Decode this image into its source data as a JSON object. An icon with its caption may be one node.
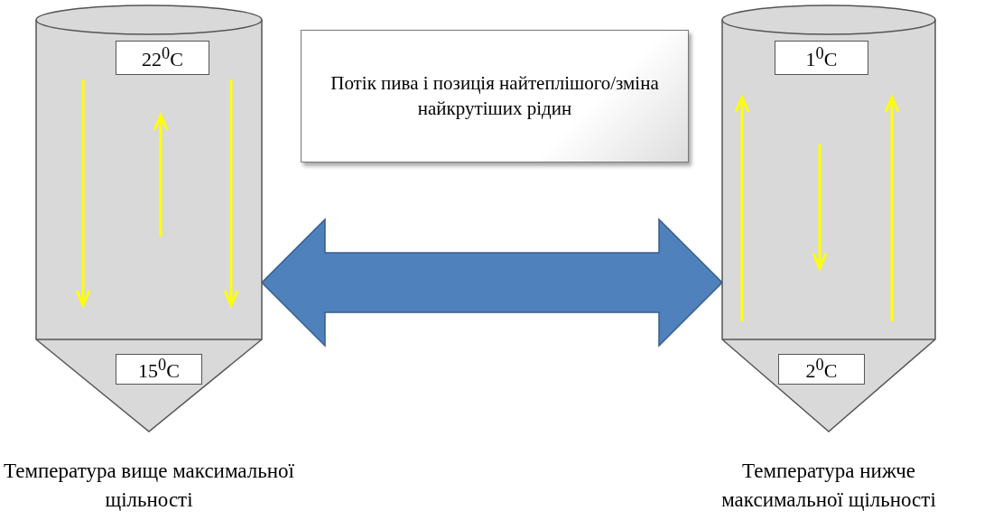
{
  "diagram": {
    "nodes": [
      {
        "text": [],
        "shape": "cylinder",
        "beside": [
          "Температура вище максимальної щільності"
        ]
      },
      {
        "text": [
          "22$^{0}$C"
        ],
        "in": 0
      },
      {
        "text": [
          "15$^{0}$C"
        ],
        "in": 0
      },
      {
        "text": [
          "Потік пива і позиція найтеплішого/зміна найкрутіших рідин"
        ]
      },
      {
        "text": [],
        "shape": "cylinder",
        "beside": [
          "Температура нижче максимальної щільності"
        ]
      },
      {
        "text": [
          "1$^{0}$C"
        ],
        "in": 4
      },
      {
        "text": [
          "2$^{0}$C"
        ],
        "in": 4
      }
    ],
    "edges": [
      {
        "from": 0,
        "to": 4,
        "arrow": "both",
        "style": "thick",
        "color": "#4f81bd"
      }
    ]
  }
}
